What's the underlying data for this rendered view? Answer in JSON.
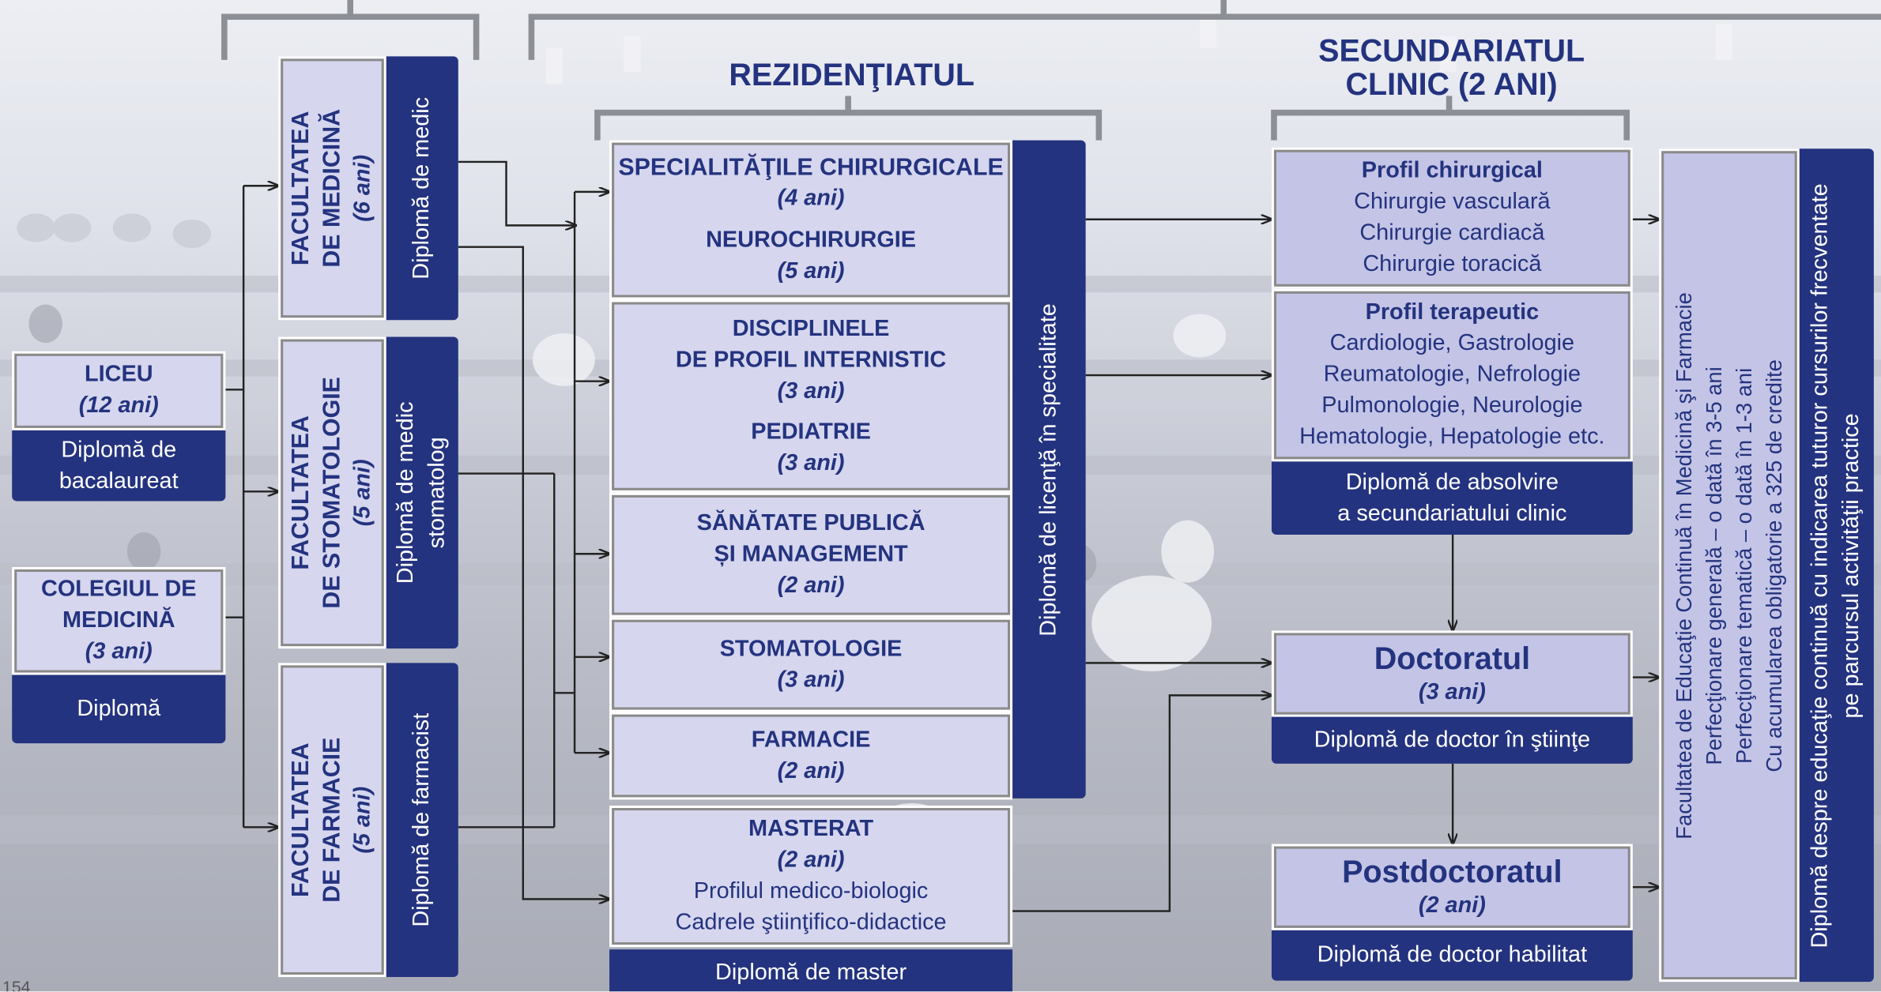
{
  "headers": {
    "rezidentiat": "REZIDENŢIATUL",
    "secundariat_line1": "SECUNDARIATUL",
    "secundariat_line2": "CLINIC (2 ANI)"
  },
  "entry": {
    "liceu": {
      "title": "LICEU",
      "duration": "(12 ani)",
      "diploma_line1": "Diplomă de",
      "diploma_line2": "bacalaureat"
    },
    "colegiu": {
      "title_line1": "COLEGIUL DE",
      "title_line2": "MEDICINĂ",
      "duration": "(3 ani)",
      "diploma": "Diplomă"
    }
  },
  "faculties": {
    "medicina": {
      "line1": "FACULTATEA",
      "line2": "DE MEDICINĂ",
      "duration": "(6 ani)",
      "diploma": "Diplomă de medic"
    },
    "stomatologie": {
      "line1": "FACULTATEA",
      "line2": "DE STOMATOLOGIE",
      "duration": "(5 ani)",
      "diploma_line1": "Diplomă de medic",
      "diploma_line2": "stomatolog"
    },
    "farmacie": {
      "line1": "FACULTATEA",
      "line2": "DE FARMACIE",
      "duration": "(5 ani)",
      "diploma": "Diplomă de farmacist"
    }
  },
  "rezidentiat": {
    "chirurgicale": {
      "title": "SPECIALITĂŢILE CHIRURGICALE",
      "duration": "(4 ani)",
      "title2": "NEUROCHIRURGIE",
      "duration2": "(5 ani)"
    },
    "internistic": {
      "title_line1": "DISCIPLINELE",
      "title_line2": "DE PROFIL INTERNISTIC",
      "duration": "(3 ani)",
      "title2": "PEDIATRIE",
      "duration2": "(3 ani)"
    },
    "sanatate": {
      "title_line1": "SĂNĂTATE PUBLICĂ",
      "title_line2": "ȘI MANAGEMENT",
      "duration": "(2 ani)"
    },
    "stomatologie": {
      "title": "STOMATOLOGIE",
      "duration": "(3 ani)"
    },
    "farmacie": {
      "title": "FARMACIE",
      "duration": "(2 ani)"
    },
    "diploma": "Diplomă de licenţă în specialitate"
  },
  "masterat": {
    "title": "MASTERAT",
    "duration": "(2 ani)",
    "line1": "Profilul medico-biologic",
    "line2": "Cadrele ştiinţifico-didactice",
    "diploma": "Diplomă de master"
  },
  "secundariat": {
    "chirurgical": {
      "title": "Profil chirurgical",
      "items": [
        "Chirurgie vasculară",
        "Chirurgie cardiacă",
        "Chirurgie toracică"
      ]
    },
    "terapeutic": {
      "title": "Profil terapeutic",
      "items": [
        "Cardiologie, Gastrologie",
        "Reumatologie, Nefrologie",
        "Pulmonologie, Neurologie",
        "Hematologie, Hepatologie etc."
      ]
    },
    "diploma_line1": "Diplomă de absolvire",
    "diploma_line2": "a secundariatului clinic"
  },
  "doctorat": {
    "title": "Doctoratul",
    "duration": "(3 ani)",
    "diploma": "Diplomă de doctor în ştiinţe"
  },
  "postdoctorat": {
    "title": "Postdoctoratul",
    "duration": "(2 ani)",
    "diploma": "Diplomă de doctor habilitat"
  },
  "educatie_continua": {
    "line1": "Facultatea de Educaţie Continuă în Medicină şi Farmacie",
    "line2": "Perfecţionare generală – o dată în 3-5 ani",
    "line3": "Perfecţionare tematică – o dată în 1-3 ani",
    "line4": "Cu acumularea obligatorie a 325 de credite",
    "diploma_line1": "Diplomă despre educaţie continuă cu indicarea tuturor cursurilor frecventate",
    "diploma_line2": "pe parcursul activităţii practice"
  },
  "page_number": "154"
}
